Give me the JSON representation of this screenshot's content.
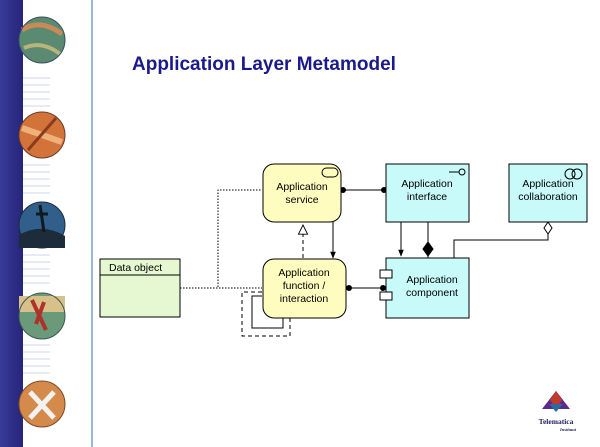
{
  "slide": {
    "title": "Application Layer Metamodel",
    "title_color": "#1a1a8c",
    "sidebar_color": "#2c2c8a",
    "accent_line_color": "#7a9fcf"
  },
  "diagram": {
    "nodes": {
      "application_service": {
        "line1": "Application",
        "line2": "service",
        "fill": "#fffcc0"
      },
      "application_interface": {
        "line1": "Application",
        "line2": "interface",
        "fill": "#c8fafa"
      },
      "application_collaboration": {
        "line1": "Application",
        "line2": "collaboration",
        "fill": "#c8fafa"
      },
      "data_object": {
        "label": "Data object",
        "fill": "#e5f8d2"
      },
      "application_function": {
        "line1": "Application",
        "line2": "function /",
        "line3": "interaction",
        "fill": "#fffcc0"
      },
      "application_component": {
        "line1": "Application",
        "line2": "component",
        "fill": "#c8fafa"
      }
    }
  },
  "logo": {
    "line1": "Telematica",
    "line2": "Instituut"
  }
}
